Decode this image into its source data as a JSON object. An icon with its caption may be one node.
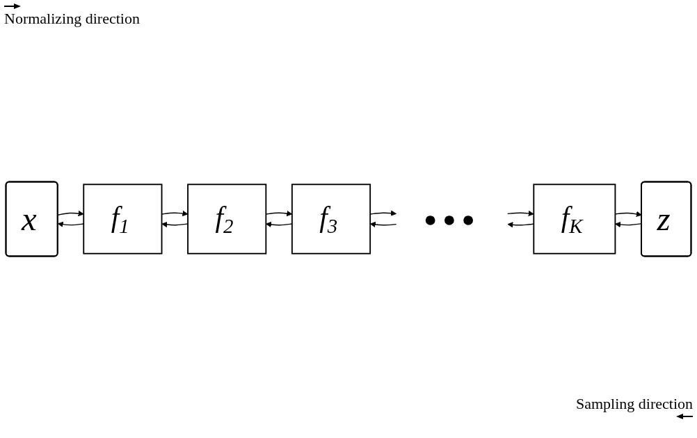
{
  "diagram": {
    "nodes": [
      {
        "text": [
          "x"
        ]
      },
      {
        "text": [
          "f$_{1}$"
        ]
      },
      {
        "text": [
          "f$_{2}$"
        ]
      },
      {
        "text": [
          "f$_{3}$"
        ]
      },
      {
        "text": [
          "● ● ●"
        ]
      },
      {
        "text": [
          "f$_{K}$"
        ]
      },
      {
        "text": [
          "z"
        ]
      }
    ],
    "edges": [
      {
        "from": 1,
        "to": 0,
        "arrow": "to"
      },
      {
        "from": 0,
        "to": 1,
        "arrow": "to"
      },
      {
        "from": 2,
        "to": 1,
        "arrow": "to"
      },
      {
        "from": 1,
        "to": 2,
        "arrow": "to"
      },
      {
        "from": 3,
        "to": 2,
        "arrow": "to"
      },
      {
        "from": 2,
        "to": 3,
        "arrow": "to"
      },
      {
        "from": 4,
        "to": 3,
        "arrow": "to"
      },
      {
        "from": 3,
        "to": 4,
        "arrow": "to"
      },
      {
        "from": 5,
        "to": 4,
        "arrow": "to"
      },
      {
        "from": 4,
        "to": 5,
        "arrow": "to"
      },
      {
        "from": 6,
        "to": 5,
        "arrow": "to"
      },
      {
        "from": 5,
        "to": 6,
        "arrow": "to"
      }
    ],
    "labels": [
      "Normalizing direction",
      "Sampling direction"
    ]
  }
}
